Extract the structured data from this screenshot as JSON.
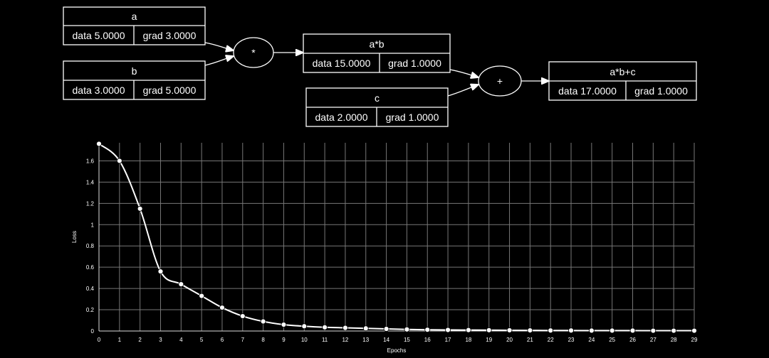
{
  "graph": {
    "nodes": {
      "a": {
        "label": "a",
        "data": "data 5.0000",
        "grad": "grad 3.0000"
      },
      "b": {
        "label": "b",
        "data": "data 3.0000",
        "grad": "grad 5.0000"
      },
      "ab": {
        "label": "a*b",
        "data": "data 15.0000",
        "grad": "grad 1.0000"
      },
      "c": {
        "label": "c",
        "data": "data 2.0000",
        "grad": "grad 1.0000"
      },
      "abc": {
        "label": "a*b+c",
        "data": "data 17.0000",
        "grad": "grad 1.0000"
      }
    },
    "ops": {
      "mul": "*",
      "add": "+"
    }
  },
  "chart_data": {
    "type": "line",
    "xlabel": "Epochs",
    "ylabel": "Loss",
    "x": [
      0,
      1,
      2,
      3,
      4,
      5,
      6,
      7,
      8,
      9,
      10,
      11,
      12,
      13,
      14,
      15,
      16,
      17,
      18,
      19,
      20,
      21,
      22,
      23,
      24,
      25,
      26,
      27,
      28,
      29
    ],
    "y_ticks": [
      "0",
      "0.2",
      "0.4",
      "0.6",
      "0.8",
      "1",
      "1.2",
      "1.4",
      "1.6"
    ],
    "x_ticks": [
      "0",
      "1",
      "2",
      "3",
      "4",
      "5",
      "6",
      "7",
      "8",
      "9",
      "10",
      "11",
      "12",
      "13",
      "14",
      "15",
      "16",
      "17",
      "18",
      "19",
      "20",
      "21",
      "22",
      "23",
      "24",
      "25",
      "26",
      "27",
      "28",
      "29"
    ],
    "series": [
      {
        "values": [
          1.76,
          1.6,
          1.15,
          0.56,
          0.44,
          0.33,
          0.22,
          0.14,
          0.09,
          0.06,
          0.045,
          0.035,
          0.03,
          0.025,
          0.02,
          0.015,
          0.012,
          0.01,
          0.009,
          0.008,
          0.007,
          0.006,
          0.005,
          0.005,
          0.004,
          0.004,
          0.004,
          0.003,
          0.003,
          0.003
        ]
      }
    ],
    "xlim": [
      0,
      29
    ],
    "ylim": [
      0,
      1.77
    ],
    "grid": true,
    "line_color": "#ffffff",
    "grid_color": "#777777",
    "background": "#000000"
  }
}
